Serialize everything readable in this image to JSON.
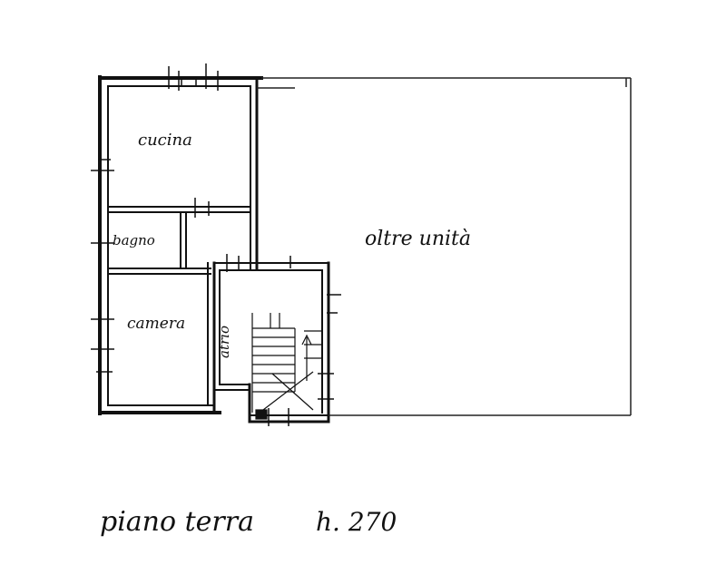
{
  "rooms": {
    "cucina": "cucina",
    "bagno": "bagno",
    "camera": "camera",
    "atrio": "atrio",
    "oltre_unita": "oltre unità"
  },
  "footer": {
    "floor_label": "piano terra",
    "height_label": "h. 270"
  }
}
